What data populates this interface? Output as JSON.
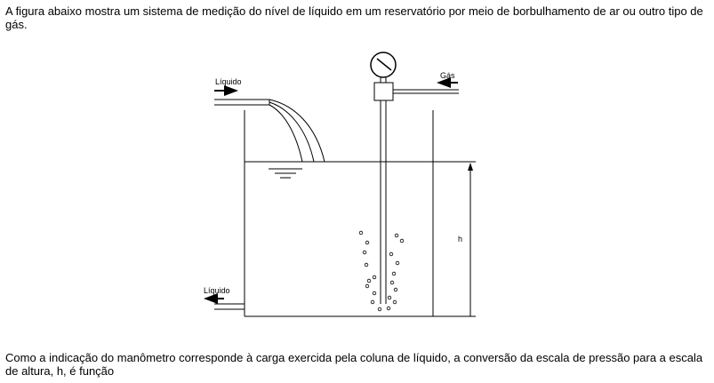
{
  "intro_text": "A figura abaixo mostra um sistema de medição do nível de líquido em um reservatório por meio de borbulhamento de ar ou outro tipo de gás.",
  "outro_text": "Como a indicação do manômetro corresponde à carga exercida pela coluna de líquido, a conversão da escala de pressão para a escala de altura, h, é função",
  "diagram": {
    "label_liquid_in": "Líquido",
    "label_gas": "Gás",
    "label_h": "h",
    "label_liquid_out": "Líquido"
  }
}
